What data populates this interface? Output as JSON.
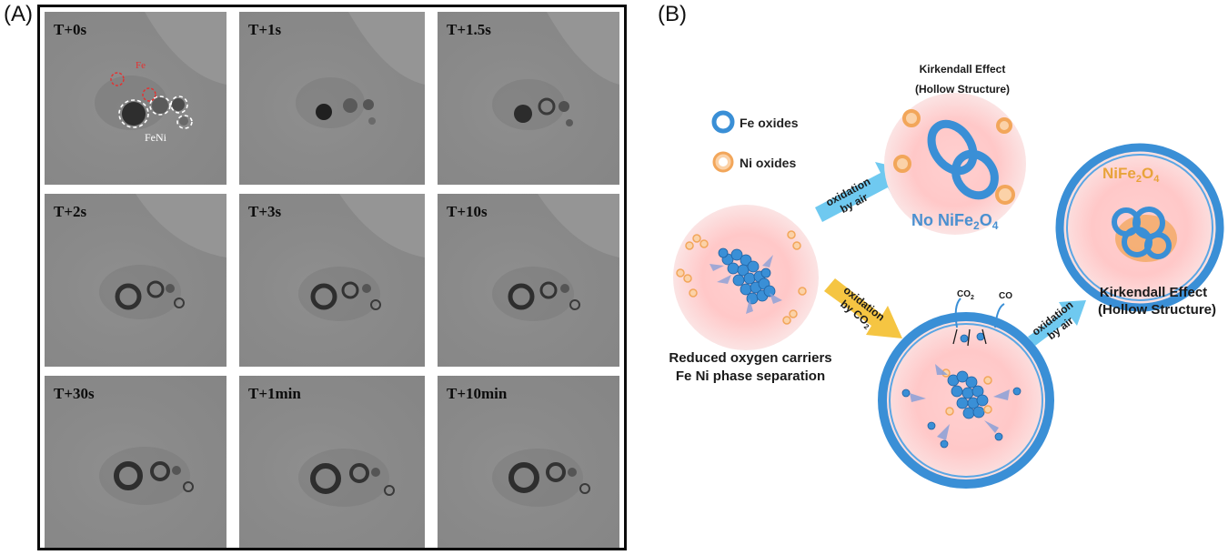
{
  "panel_a": {
    "letter": "(A)",
    "frames": [
      {
        "label": "T+0s",
        "annot_fe": "Fe",
        "annot_feni": "FeNi"
      },
      {
        "label": "T+1s"
      },
      {
        "label": "T+1.5s"
      },
      {
        "label": "T+2s"
      },
      {
        "label": "T+3s"
      },
      {
        "label": "T+10s"
      },
      {
        "label": "T+30s"
      },
      {
        "label": "T+1min"
      },
      {
        "label": "T+10min"
      }
    ]
  },
  "panel_b": {
    "letter": "(B)",
    "legend": {
      "fe": "Fe oxides",
      "ni": "Ni oxides"
    },
    "reduced_label": [
      "Reduced oxygen carriers",
      "Fe Ni phase separation"
    ],
    "top_title": [
      "Kirkendall Effect",
      "(Hollow Structure)"
    ],
    "no_spinel": "No NiFe",
    "spinel": "NiFe",
    "formula_sub_2": "2",
    "formula_sub_4": "4",
    "arrow_air_1": [
      "oxidation",
      "by air"
    ],
    "arrow_co2": [
      "oxidation",
      "by CO"
    ],
    "arrow_air_2": [
      "oxidation",
      "by air"
    ],
    "co2_label": "CO",
    "co_label": "CO",
    "right_title": [
      "Kirkendall Effect",
      "(Hollow Structure)"
    ],
    "colors": {
      "fe_blue": "#3a8fd6",
      "ni_orange": "#f2a65a",
      "arrow_cyan": "#6fc9f0",
      "arrow_yellow": "#f5c542",
      "spinel_gold": "#e8a33a",
      "text_blue": "#4a90d0"
    }
  }
}
